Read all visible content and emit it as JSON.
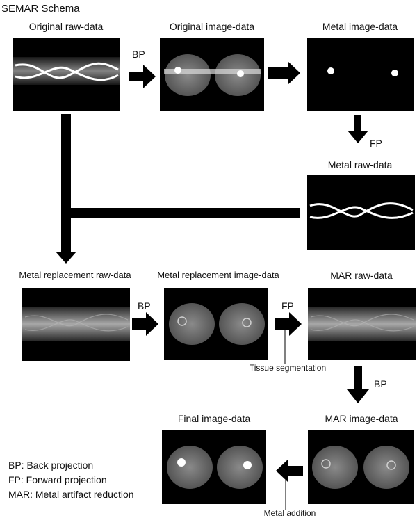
{
  "title": "SEMAR Schema",
  "panels": {
    "original_raw": "Original raw-data",
    "original_image": "Original image-data",
    "metal_image": "Metal image-data",
    "metal_raw": "Metal raw-data",
    "replacement_raw": "Metal replacement raw-data",
    "replacement_image": "Metal replacement image-data",
    "mar_raw": "MAR raw-data",
    "final_image": "Final image-data",
    "mar_image": "MAR image-data"
  },
  "steps": {
    "bp_1": "BP",
    "fp_1": "FP",
    "bp_2": "BP",
    "fp_2": "FP",
    "bp_3": "BP"
  },
  "annotations": {
    "tissue_segmentation": "Tissue segmentation",
    "metal_addition": "Metal addition"
  },
  "legend": {
    "bp": "BP: Back projection",
    "fp": "FP: Forward projection",
    "mar": "MAR: Metal artifact reduction"
  }
}
